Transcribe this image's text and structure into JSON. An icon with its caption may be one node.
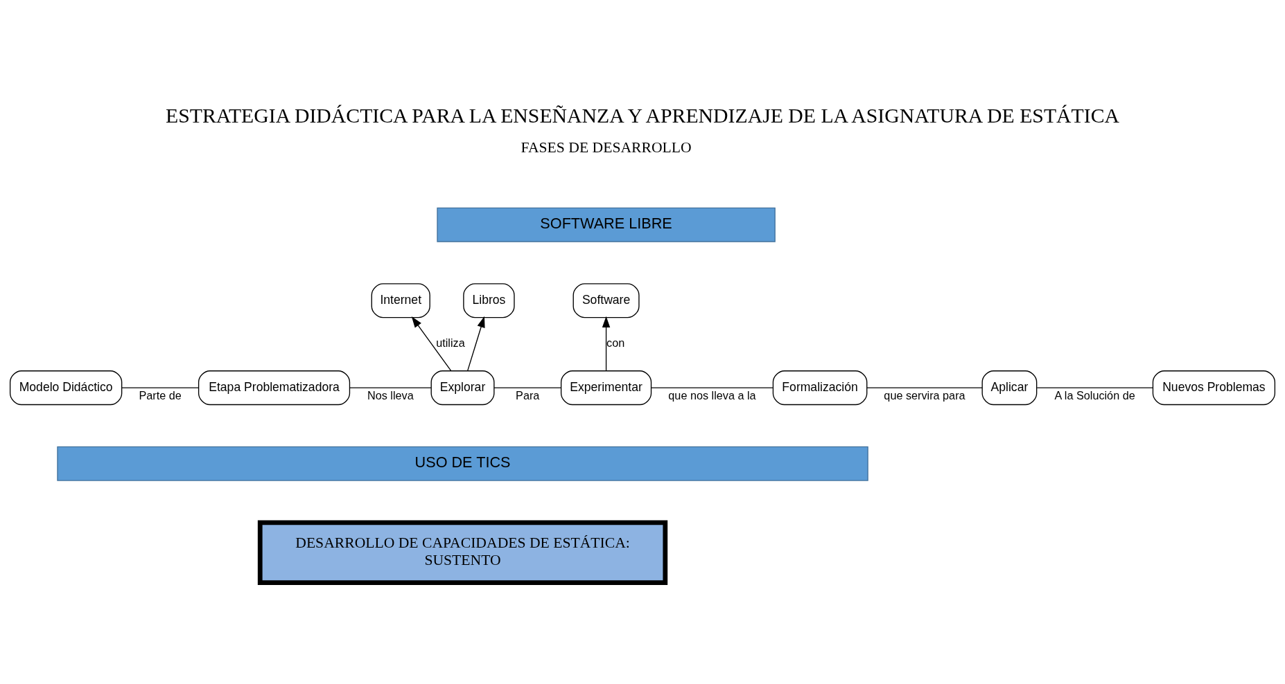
{
  "diagram": {
    "title": "ESTRATEGIA DIDÁCTICA PARA LA ENSEÑANZA Y APRENDIZAJE DE LA ASIGNATURA DE ESTÁTICA",
    "nodes": [
      {
        "text": [
          "SOFTWARE LIBRE"
        ]
      },
      {
        "text": [
          "Internet"
        ]
      },
      {
        "text": [
          "Libros"
        ]
      },
      {
        "text": [
          "Software"
        ]
      },
      {
        "text": [
          "Modelo Didáctico"
        ]
      },
      {
        "text": [
          "Etapa Problematizadora"
        ]
      },
      {
        "text": [
          "Explorar"
        ]
      },
      {
        "text": [
          "Experimentar"
        ]
      },
      {
        "text": [
          "Formalización"
        ]
      },
      {
        "text": [
          "Aplicar"
        ]
      },
      {
        "text": [
          "Nuevos Problemas"
        ]
      },
      {
        "text": [
          "USO DE TICS"
        ]
      },
      {
        "text": [
          "DESARROLLO DE CAPACIDADES DE ESTÁTICA:",
          "SUSTENTO"
        ]
      }
    ],
    "edges": [
      {
        "from": 4,
        "to": 5,
        "arrow": "none",
        "label": "Parte de"
      },
      {
        "from": 5,
        "to": 6,
        "arrow": "none",
        "label": "Nos lleva"
      },
      {
        "from": 6,
        "to": 1,
        "arrow": "to",
        "label": "utiliza"
      },
      {
        "from": 6,
        "to": 2,
        "arrow": "to"
      },
      {
        "from": 6,
        "to": 7,
        "arrow": "none",
        "label": "Para"
      },
      {
        "from": 7,
        "to": 3,
        "arrow": "to",
        "label": "con"
      },
      {
        "from": 7,
        "to": 8,
        "arrow": "none",
        "label": "que nos lleva a la"
      },
      {
        "from": 8,
        "to": 9,
        "arrow": "none",
        "label": "que servira para"
      },
      {
        "from": 9,
        "to": 10,
        "arrow": "none",
        "label": "A la Solución de"
      }
    ],
    "labels": [
      "FASES DE DESARROLLO"
    ]
  }
}
